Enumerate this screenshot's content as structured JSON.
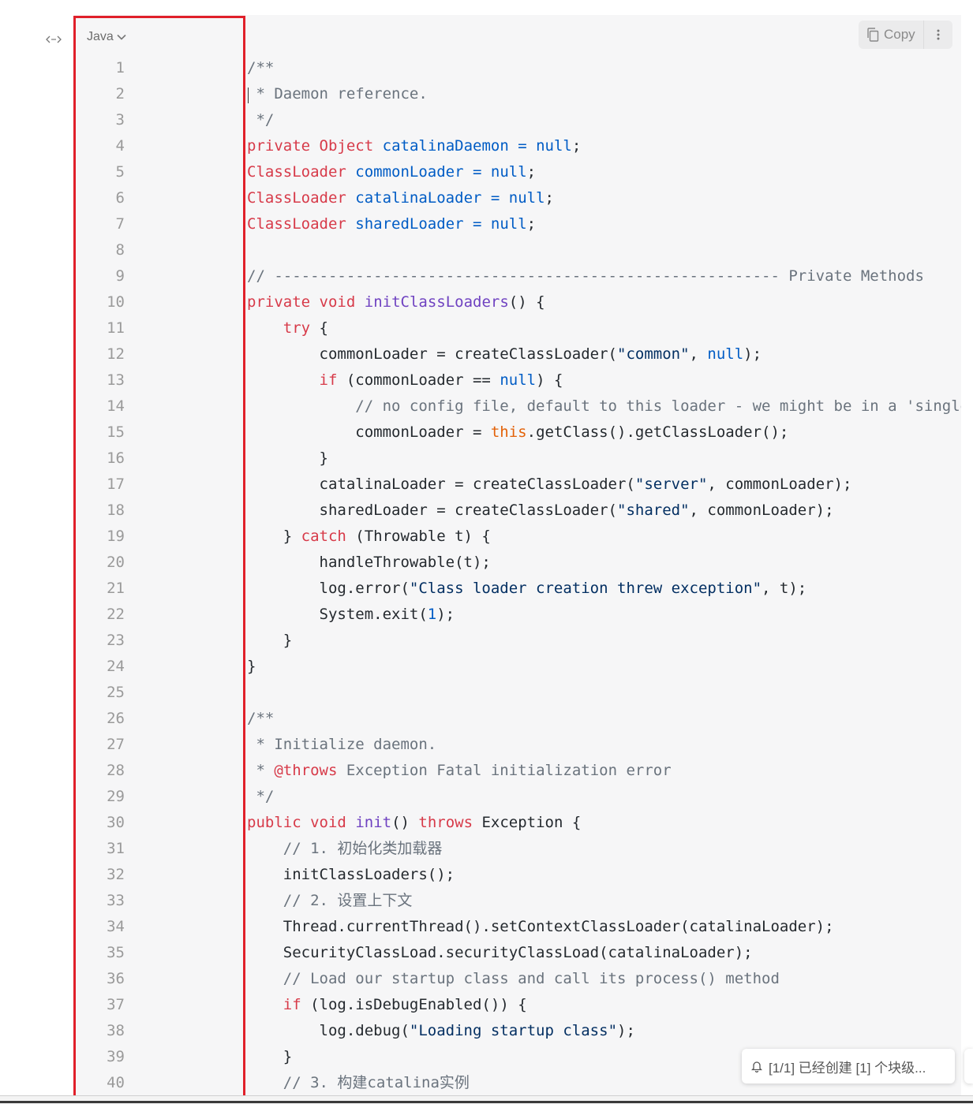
{
  "code_block": {
    "language": "Java",
    "copy_label": "Copy",
    "colors": {
      "keyword": "#d73a49",
      "name": "#005cc5",
      "function": "#6f42c1",
      "string": "#032f62",
      "comment": "#6a737d",
      "this": "#e36209",
      "highlight_border": "#e0202a"
    },
    "lines": [
      {
        "n": "1",
        "tokens": [
          {
            "t": "/**",
            "c": "comment"
          }
        ]
      },
      {
        "n": "2",
        "tokens": [
          {
            "t": " * Daemon reference.",
            "c": "comment"
          }
        ]
      },
      {
        "n": "3",
        "tokens": [
          {
            "t": " */",
            "c": "comment"
          }
        ]
      },
      {
        "n": "4",
        "tokens": [
          {
            "t": "private",
            "c": "keyword"
          },
          {
            "t": " "
          },
          {
            "t": "Object",
            "c": "keyword"
          },
          {
            "t": " "
          },
          {
            "t": "catalinaDaemon",
            "c": "name"
          },
          {
            "t": " = ",
            "c": "name"
          },
          {
            "t": "null",
            "c": "name"
          },
          {
            "t": ";"
          }
        ]
      },
      {
        "n": "5",
        "tokens": [
          {
            "t": "ClassLoader",
            "c": "keyword"
          },
          {
            "t": " "
          },
          {
            "t": "commonLoader",
            "c": "name"
          },
          {
            "t": " = ",
            "c": "name"
          },
          {
            "t": "null",
            "c": "name"
          },
          {
            "t": ";"
          }
        ]
      },
      {
        "n": "6",
        "tokens": [
          {
            "t": "ClassLoader",
            "c": "keyword"
          },
          {
            "t": " "
          },
          {
            "t": "catalinaLoader",
            "c": "name"
          },
          {
            "t": " = ",
            "c": "name"
          },
          {
            "t": "null",
            "c": "name"
          },
          {
            "t": ";"
          }
        ]
      },
      {
        "n": "7",
        "tokens": [
          {
            "t": "ClassLoader",
            "c": "keyword"
          },
          {
            "t": " "
          },
          {
            "t": "sharedLoader",
            "c": "name"
          },
          {
            "t": " = ",
            "c": "name"
          },
          {
            "t": "null",
            "c": "name"
          },
          {
            "t": ";"
          }
        ]
      },
      {
        "n": "8",
        "tokens": []
      },
      {
        "n": "9",
        "tokens": [
          {
            "t": "// -------------------------------------------------------- Private Methods",
            "c": "comment"
          }
        ]
      },
      {
        "n": "10",
        "tokens": [
          {
            "t": "private",
            "c": "keyword"
          },
          {
            "t": " "
          },
          {
            "t": "void",
            "c": "keyword"
          },
          {
            "t": " "
          },
          {
            "t": "initClassLoaders",
            "c": "function"
          },
          {
            "t": "() {"
          }
        ]
      },
      {
        "n": "11",
        "tokens": [
          {
            "t": "    "
          },
          {
            "t": "try",
            "c": "keyword"
          },
          {
            "t": " {"
          }
        ]
      },
      {
        "n": "12",
        "tokens": [
          {
            "t": "        commonLoader = createClassLoader("
          },
          {
            "t": "\"common\"",
            "c": "string"
          },
          {
            "t": ", "
          },
          {
            "t": "null",
            "c": "name"
          },
          {
            "t": ");"
          }
        ]
      },
      {
        "n": "13",
        "tokens": [
          {
            "t": "        "
          },
          {
            "t": "if",
            "c": "keyword"
          },
          {
            "t": " (commonLoader == "
          },
          {
            "t": "null",
            "c": "name"
          },
          {
            "t": ") {"
          }
        ]
      },
      {
        "n": "14",
        "tokens": [
          {
            "t": "            // no config file, default to this loader - we might be in a 'single' env.",
            "c": "comment"
          }
        ]
      },
      {
        "n": "15",
        "tokens": [
          {
            "t": "            commonLoader = "
          },
          {
            "t": "this",
            "c": "this"
          },
          {
            "t": ".getClass().getClassLoader();"
          }
        ]
      },
      {
        "n": "16",
        "tokens": [
          {
            "t": "        }"
          }
        ]
      },
      {
        "n": "17",
        "tokens": [
          {
            "t": "        catalinaLoader = createClassLoader("
          },
          {
            "t": "\"server\"",
            "c": "string"
          },
          {
            "t": ", commonLoader);"
          }
        ]
      },
      {
        "n": "18",
        "tokens": [
          {
            "t": "        sharedLoader = createClassLoader("
          },
          {
            "t": "\"shared\"",
            "c": "string"
          },
          {
            "t": ", commonLoader);"
          }
        ]
      },
      {
        "n": "19",
        "tokens": [
          {
            "t": "    } "
          },
          {
            "t": "catch",
            "c": "keyword"
          },
          {
            "t": " (Throwable t) {"
          }
        ]
      },
      {
        "n": "20",
        "tokens": [
          {
            "t": "        handleThrowable(t);"
          }
        ]
      },
      {
        "n": "21",
        "tokens": [
          {
            "t": "        log.error("
          },
          {
            "t": "\"Class loader creation threw exception\"",
            "c": "string"
          },
          {
            "t": ", t);"
          }
        ]
      },
      {
        "n": "22",
        "tokens": [
          {
            "t": "        System.exit("
          },
          {
            "t": "1",
            "c": "name"
          },
          {
            "t": ");"
          }
        ]
      },
      {
        "n": "23",
        "tokens": [
          {
            "t": "    }"
          }
        ]
      },
      {
        "n": "24",
        "tokens": [
          {
            "t": "}"
          }
        ]
      },
      {
        "n": "25",
        "tokens": []
      },
      {
        "n": "26",
        "tokens": [
          {
            "t": "/**",
            "c": "comment"
          }
        ]
      },
      {
        "n": "27",
        "tokens": [
          {
            "t": " * Initialize daemon.",
            "c": "comment"
          }
        ]
      },
      {
        "n": "28",
        "tokens": [
          {
            "t": " * ",
            "c": "comment"
          },
          {
            "t": "@throws",
            "c": "keyword"
          },
          {
            "t": " Exception Fatal initialization error",
            "c": "comment"
          }
        ]
      },
      {
        "n": "29",
        "tokens": [
          {
            "t": " */",
            "c": "comment"
          }
        ]
      },
      {
        "n": "30",
        "tokens": [
          {
            "t": "public",
            "c": "keyword"
          },
          {
            "t": " "
          },
          {
            "t": "void",
            "c": "keyword"
          },
          {
            "t": " "
          },
          {
            "t": "init",
            "c": "function"
          },
          {
            "t": "() "
          },
          {
            "t": "throws",
            "c": "keyword"
          },
          {
            "t": " Exception {"
          }
        ]
      },
      {
        "n": "31",
        "tokens": [
          {
            "t": "    // 1. 初始化类加载器",
            "c": "comment"
          }
        ]
      },
      {
        "n": "32",
        "tokens": [
          {
            "t": "    initClassLoaders();"
          }
        ]
      },
      {
        "n": "33",
        "tokens": [
          {
            "t": "    // 2. 设置上下文",
            "c": "comment"
          }
        ]
      },
      {
        "n": "34",
        "tokens": [
          {
            "t": "    Thread.currentThread().setContextClassLoader(catalinaLoader);"
          }
        ]
      },
      {
        "n": "35",
        "tokens": [
          {
            "t": "    SecurityClassLoad.securityClassLoad(catalinaLoader);"
          }
        ]
      },
      {
        "n": "36",
        "tokens": [
          {
            "t": "    // Load our startup class and call its process() method",
            "c": "comment"
          }
        ]
      },
      {
        "n": "37",
        "tokens": [
          {
            "t": "    "
          },
          {
            "t": "if",
            "c": "keyword"
          },
          {
            "t": " (log.isDebugEnabled()) {"
          }
        ]
      },
      {
        "n": "38",
        "tokens": [
          {
            "t": "        log.debug("
          },
          {
            "t": "\"Loading startup class\"",
            "c": "string"
          },
          {
            "t": ");"
          }
        ]
      },
      {
        "n": "39",
        "tokens": [
          {
            "t": "    }"
          }
        ]
      },
      {
        "n": "40",
        "tokens": [
          {
            "t": "    // 3. 构建catalina实例",
            "c": "comment"
          }
        ]
      }
    ]
  },
  "toast": {
    "text": "[1/1] 已经创建 [1] 个块级..."
  }
}
